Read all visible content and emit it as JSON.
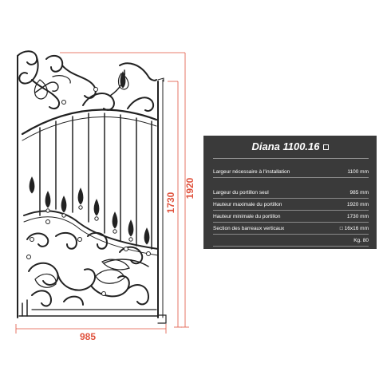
{
  "dimensions": {
    "width": "985",
    "height_total": "1920",
    "height_min": "1730"
  },
  "spec": {
    "title": "Diana 1100.16",
    "rows": [
      {
        "label": "Largeur nécessaire à l'installation",
        "value": "1100 mm"
      },
      {
        "label": "Largeur du portillon seul",
        "value": "985 mm"
      },
      {
        "label": "Hauteur maximale du portillon",
        "value": "1920 mm"
      },
      {
        "label": "Hauteur minimale du portillon",
        "value": "1730 mm"
      },
      {
        "label": "Section des barreaux verticaux",
        "value": "□ 16x16 mm"
      },
      {
        "label": "",
        "value": "Kg. 80"
      }
    ]
  },
  "colors": {
    "dimension": "#e0533e",
    "ironwork": "#222222",
    "panel": "#3a3a3a"
  }
}
